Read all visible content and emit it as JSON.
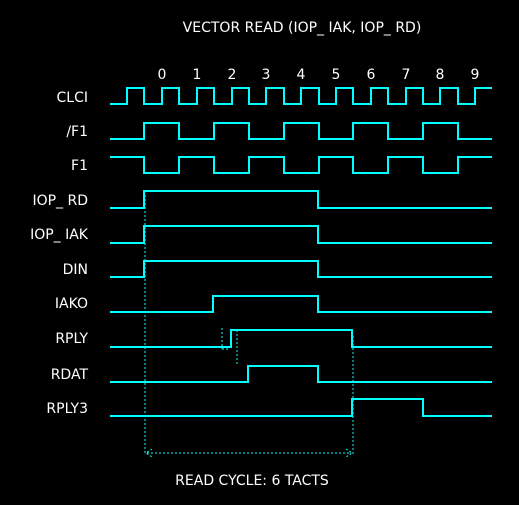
{
  "title": "VECTOR READ (IOP_ IAK, IOP_ RD)",
  "footer": "READ CYCLE: 6 TACTS",
  "colors": {
    "background": "#000000",
    "text": "#ffffff",
    "signal": "#00ffff"
  },
  "tacts": [
    "0",
    "1",
    "2",
    "3",
    "4",
    "5",
    "6",
    "7",
    "8",
    "9"
  ],
  "signals": [
    {
      "name": "CLCI"
    },
    {
      "name": "/F1"
    },
    {
      "name": "F1"
    },
    {
      "name": "IOP_ RD"
    },
    {
      "name": "IOP_ IAK"
    },
    {
      "name": "DIN"
    },
    {
      "name": "IAKO"
    },
    {
      "name": "RPLY"
    },
    {
      "name": "RDAT"
    },
    {
      "name": "RPLY3"
    }
  ]
}
